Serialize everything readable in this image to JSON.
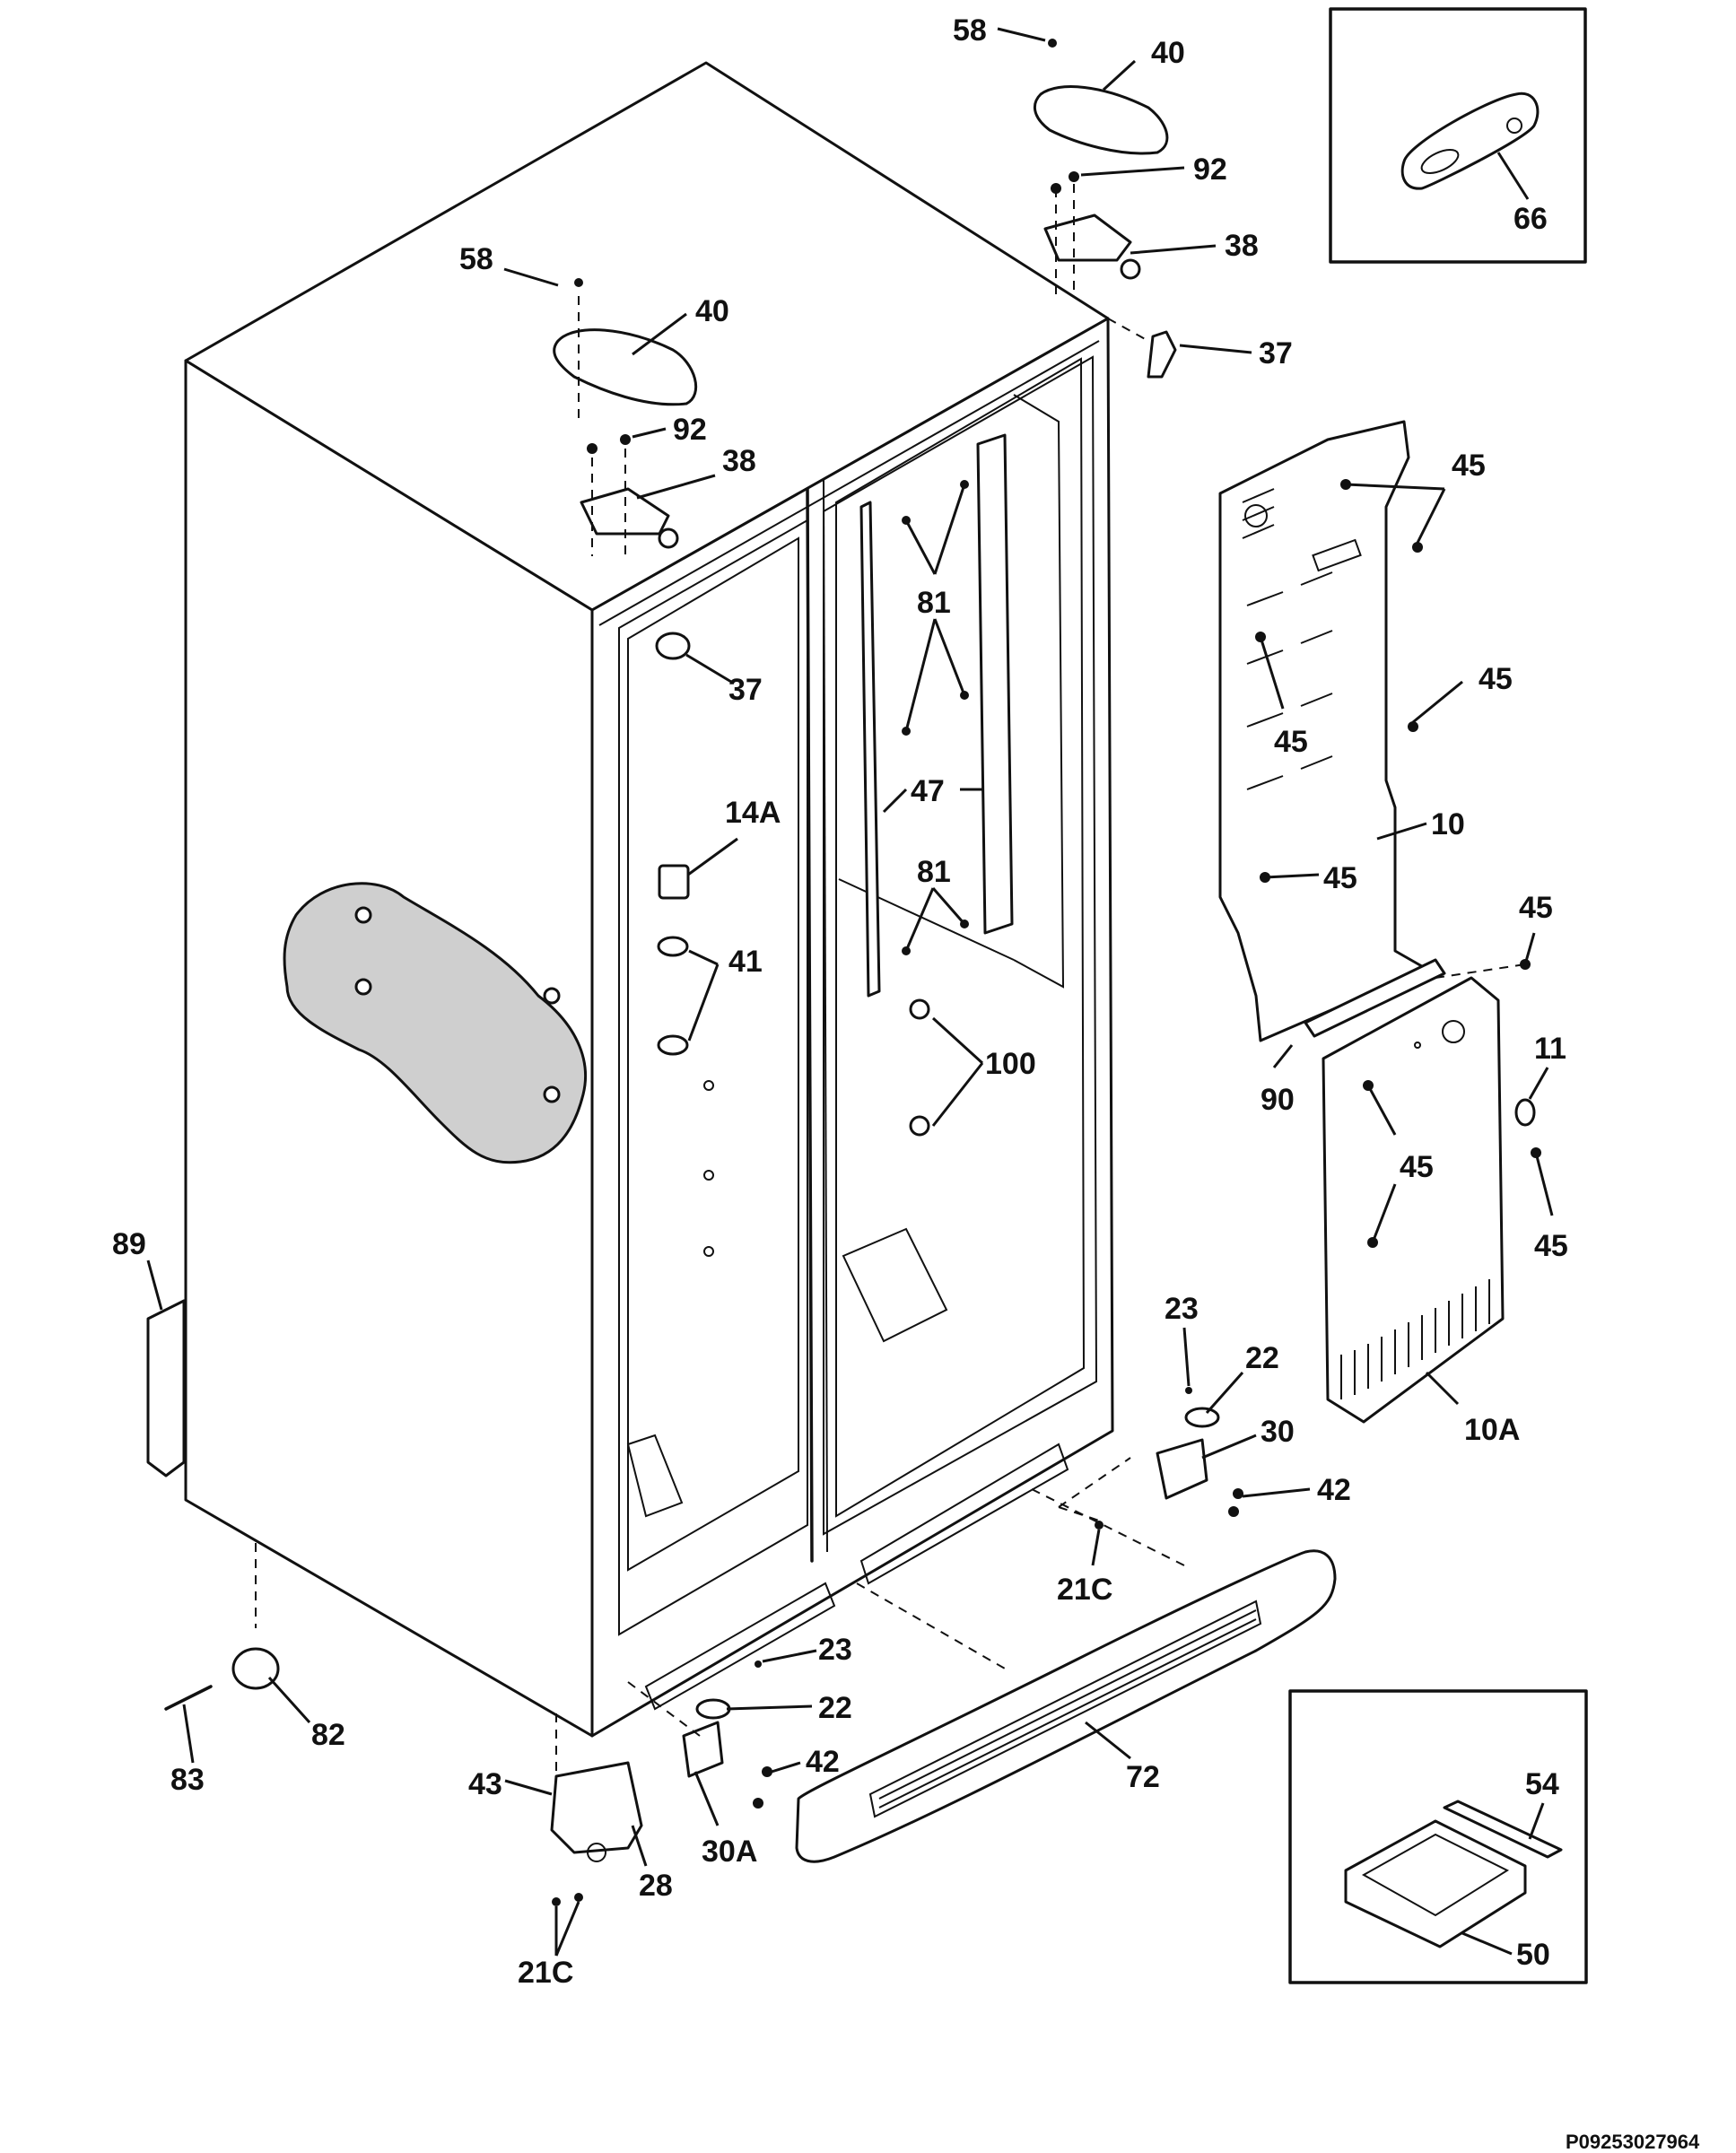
{
  "diagram": {
    "reference_code": "P09253027964",
    "callouts": [
      {
        "id": "c-58-top",
        "text": "58"
      },
      {
        "id": "c-40-top",
        "text": "40"
      },
      {
        "id": "c-92-top",
        "text": "92"
      },
      {
        "id": "c-38-top",
        "text": "38"
      },
      {
        "id": "c-37-top",
        "text": "37"
      },
      {
        "id": "c-66",
        "text": "66"
      },
      {
        "id": "c-58-left",
        "text": "58"
      },
      {
        "id": "c-40-left",
        "text": "40"
      },
      {
        "id": "c-92-left",
        "text": "92"
      },
      {
        "id": "c-38-left",
        "text": "38"
      },
      {
        "id": "c-37-left",
        "text": "37"
      },
      {
        "id": "c-81-upper",
        "text": "81"
      },
      {
        "id": "c-47",
        "text": "47"
      },
      {
        "id": "c-81-lower",
        "text": "81"
      },
      {
        "id": "c-14A",
        "text": "14A"
      },
      {
        "id": "c-41",
        "text": "41"
      },
      {
        "id": "c-100",
        "text": "100"
      },
      {
        "id": "c-45-a",
        "text": "45"
      },
      {
        "id": "c-45-b",
        "text": "45"
      },
      {
        "id": "c-45-c",
        "text": "45"
      },
      {
        "id": "c-45-d",
        "text": "45"
      },
      {
        "id": "c-45-e",
        "text": "45"
      },
      {
        "id": "c-10",
        "text": "10"
      },
      {
        "id": "c-11",
        "text": "11"
      },
      {
        "id": "c-90",
        "text": "90"
      },
      {
        "id": "c-45-f",
        "text": "45"
      },
      {
        "id": "c-45-g",
        "text": "45"
      },
      {
        "id": "c-10A",
        "text": "10A"
      },
      {
        "id": "c-89",
        "text": "89"
      },
      {
        "id": "c-23-right",
        "text": "23"
      },
      {
        "id": "c-22-right",
        "text": "22"
      },
      {
        "id": "c-30",
        "text": "30"
      },
      {
        "id": "c-42-right",
        "text": "42"
      },
      {
        "id": "c-21C-right",
        "text": "21C"
      },
      {
        "id": "c-23-left",
        "text": "23"
      },
      {
        "id": "c-22-left",
        "text": "22"
      },
      {
        "id": "c-42-left",
        "text": "42"
      },
      {
        "id": "c-30A",
        "text": "30A"
      },
      {
        "id": "c-72",
        "text": "72"
      },
      {
        "id": "c-82",
        "text": "82"
      },
      {
        "id": "c-83",
        "text": "83"
      },
      {
        "id": "c-43",
        "text": "43"
      },
      {
        "id": "c-28",
        "text": "28"
      },
      {
        "id": "c-21C-left",
        "text": "21C"
      },
      {
        "id": "c-54",
        "text": "54"
      },
      {
        "id": "c-50",
        "text": "50"
      }
    ]
  }
}
